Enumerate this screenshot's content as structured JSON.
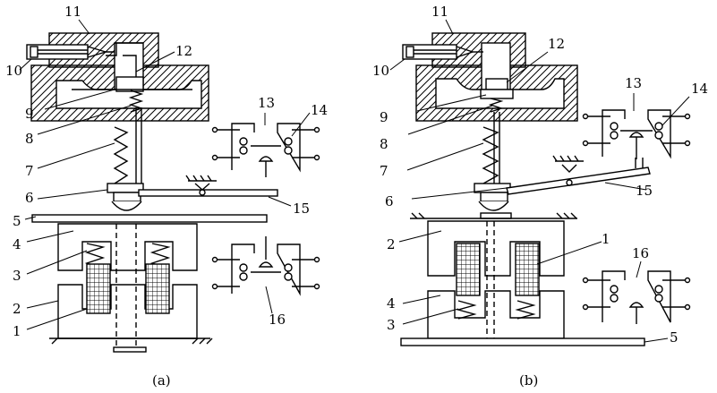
{
  "diagram": {
    "panel_a": {
      "caption": "(a)",
      "labels": [
        "11",
        "10",
        "12",
        "9",
        "8",
        "7",
        "13",
        "14",
        "6",
        "15",
        "5",
        "4",
        "3",
        "2",
        "1",
        "16"
      ]
    },
    "panel_b": {
      "caption": "(b)",
      "labels": [
        "11",
        "10",
        "12",
        "9",
        "8",
        "7",
        "13",
        "14",
        "6",
        "15",
        "2",
        "1",
        "16",
        "4",
        "3",
        "5"
      ]
    }
  }
}
